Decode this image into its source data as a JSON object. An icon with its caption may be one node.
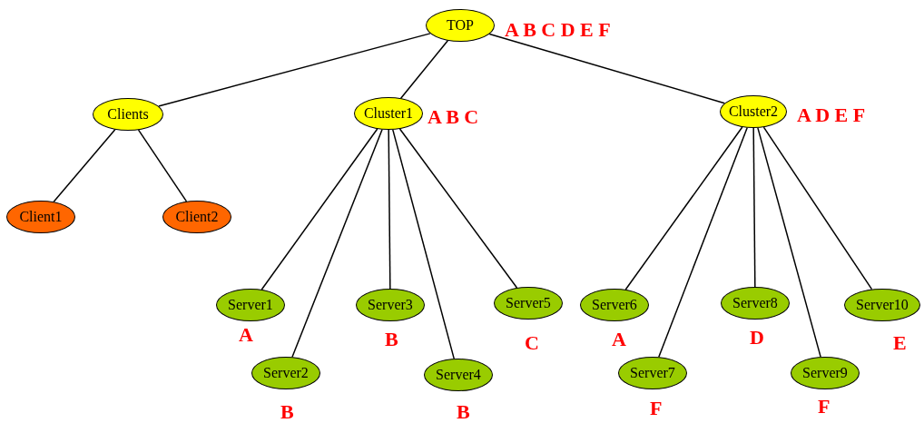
{
  "diagram": {
    "nodes": [
      {
        "text": [
          "TOP"
        ],
        "beside": [
          "A B C D E F"
        ]
      },
      {
        "text": [
          "Clients"
        ]
      },
      {
        "text": [
          "Cluster1"
        ],
        "beside": [
          "A B C"
        ]
      },
      {
        "text": [
          "Cluster2"
        ],
        "beside": [
          "A D E F"
        ]
      },
      {
        "text": [
          "Client1"
        ]
      },
      {
        "text": [
          "Client2"
        ]
      },
      {
        "text": [
          "Server1"
        ],
        "beside": [
          "A"
        ]
      },
      {
        "text": [
          "Server2"
        ],
        "beside": [
          "B"
        ]
      },
      {
        "text": [
          "Server3"
        ],
        "beside": [
          "B"
        ]
      },
      {
        "text": [
          "Server4"
        ],
        "beside": [
          "B"
        ]
      },
      {
        "text": [
          "Server5"
        ],
        "beside": [
          "C"
        ]
      },
      {
        "text": [
          "Server6"
        ],
        "beside": [
          "A"
        ]
      },
      {
        "text": [
          "Server7"
        ],
        "beside": [
          "F"
        ]
      },
      {
        "text": [
          "Server8"
        ],
        "beside": [
          "D"
        ]
      },
      {
        "text": [
          "Server9"
        ],
        "beside": [
          "F"
        ]
      },
      {
        "text": [
          "Server10"
        ],
        "beside": [
          "E"
        ]
      }
    ],
    "edges": [
      {
        "from": 0,
        "to": 1,
        "arrow": "none"
      },
      {
        "from": 0,
        "to": 2,
        "arrow": "none"
      },
      {
        "from": 0,
        "to": 3,
        "arrow": "none"
      },
      {
        "from": 1,
        "to": 4,
        "arrow": "none"
      },
      {
        "from": 1,
        "to": 5,
        "arrow": "none"
      },
      {
        "from": 2,
        "to": 6,
        "arrow": "none"
      },
      {
        "from": 2,
        "to": 7,
        "arrow": "none"
      },
      {
        "from": 2,
        "to": 8,
        "arrow": "none"
      },
      {
        "from": 2,
        "to": 9,
        "arrow": "none"
      },
      {
        "from": 2,
        "to": 10,
        "arrow": "none"
      },
      {
        "from": 3,
        "to": 11,
        "arrow": "none"
      },
      {
        "from": 3,
        "to": 12,
        "arrow": "none"
      },
      {
        "from": 3,
        "to": 13,
        "arrow": "none"
      },
      {
        "from": 3,
        "to": 14,
        "arrow": "none"
      },
      {
        "from": 3,
        "to": 15,
        "arrow": "none"
      }
    ]
  }
}
